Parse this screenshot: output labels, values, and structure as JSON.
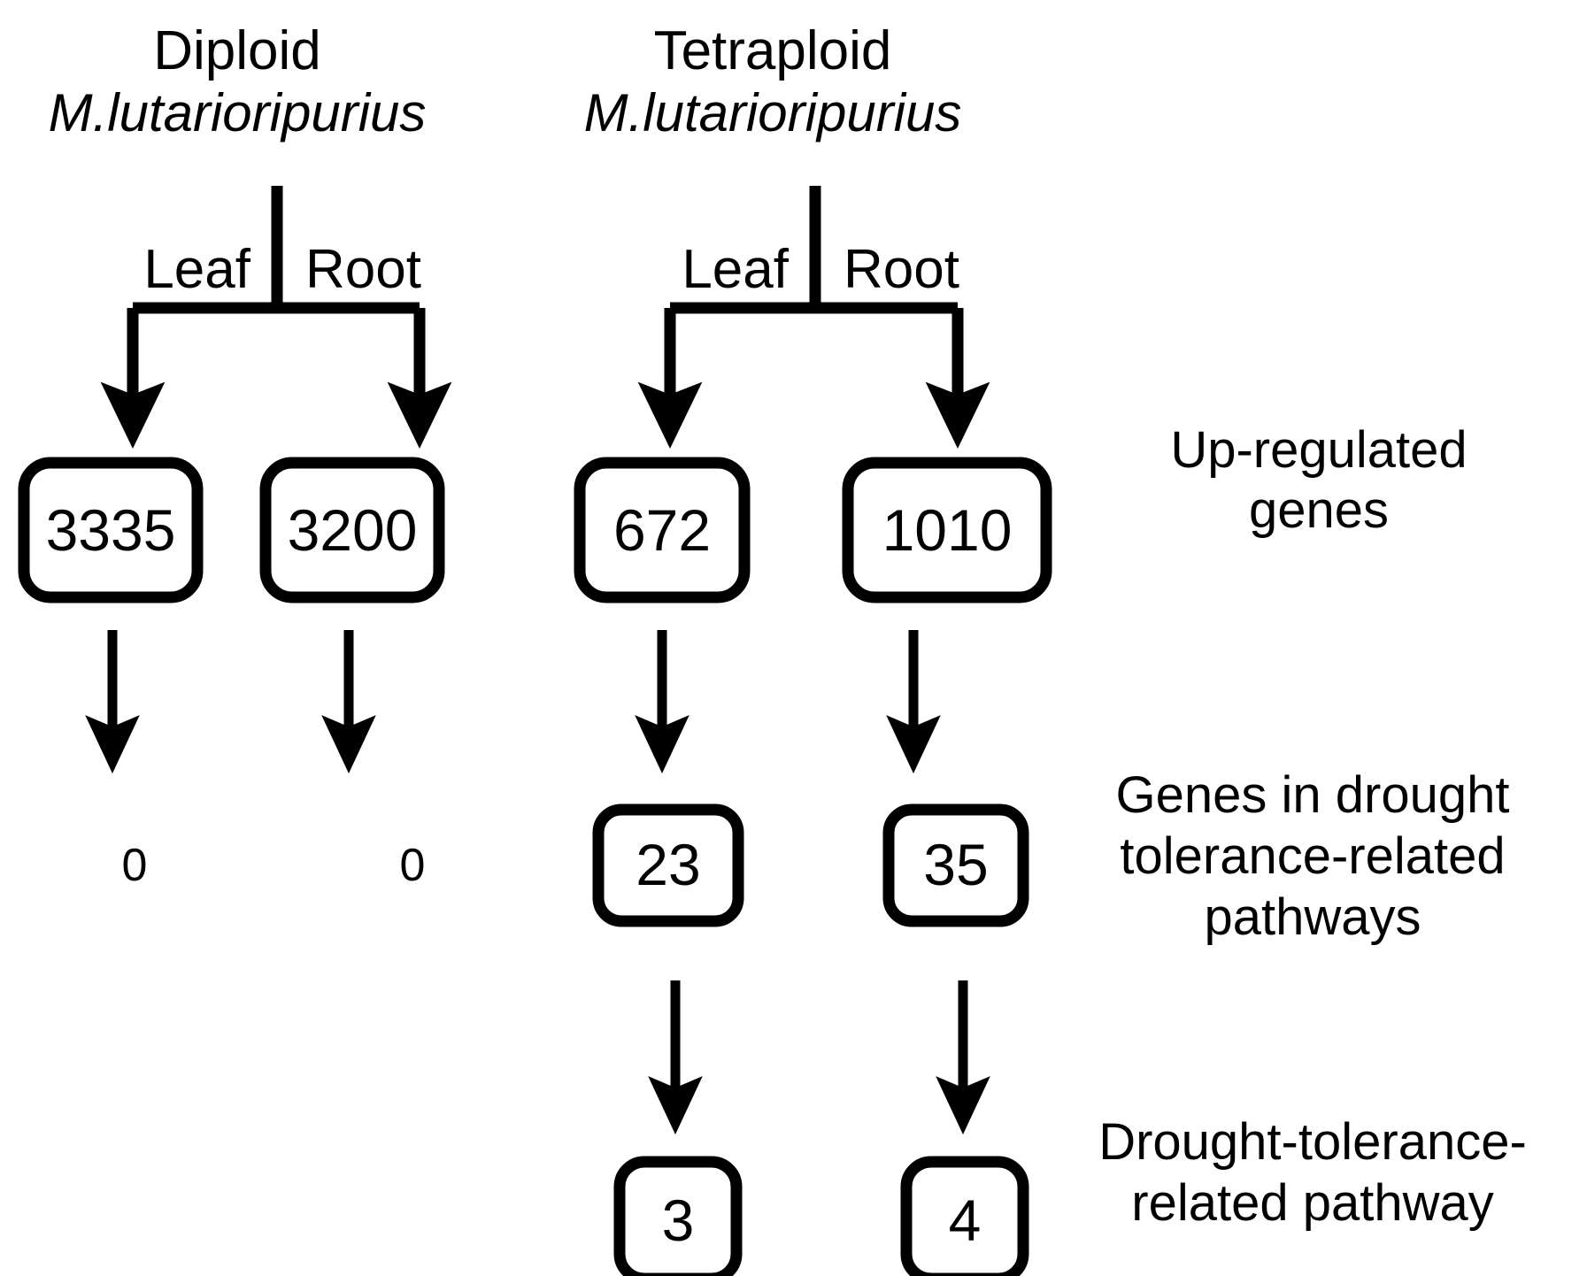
{
  "figure": {
    "background_color": "#ffffff",
    "line_color": "#000000",
    "text_color": "#1a1a1a"
  },
  "headers": [
    {
      "ploidy": "Diploid",
      "species": "M.lutarioripurius"
    },
    {
      "ploidy": "Tetraploid",
      "species": "M.lutarioripurius"
    }
  ],
  "tissues": {
    "diploid": {
      "left": "Leaf",
      "right": "Root"
    },
    "tetraploid": {
      "left": "Leaf",
      "right": "Root"
    }
  },
  "row_labels": {
    "row1": [
      "Up-regulated",
      "genes"
    ],
    "row2": [
      "Genes in drought",
      "tolerance-related",
      "pathways"
    ],
    "row3": [
      "Drought-tolerance-",
      "related pathway"
    ]
  },
  "chart_data": {
    "type": "diagram",
    "title": "",
    "columns": [
      {
        "group": "Diploid M.lutarioripurius",
        "tissue": "Leaf",
        "upregulated_genes": "3335",
        "genes_in_drought_pathways": "0",
        "drought_pathways": ""
      },
      {
        "group": "Diploid M.lutarioripurius",
        "tissue": "Root",
        "upregulated_genes": "3200",
        "genes_in_drought_pathways": "0",
        "drought_pathways": ""
      },
      {
        "group": "Tetraploid M.lutarioripurius",
        "tissue": "Leaf",
        "upregulated_genes": "672",
        "genes_in_drought_pathways": "23",
        "drought_pathways": "3"
      },
      {
        "group": "Tetraploid M.lutarioripurius",
        "tissue": "Root",
        "upregulated_genes": "1010",
        "genes_in_drought_pathways": "35",
        "drought_pathways": "4"
      }
    ],
    "row_names": [
      "Up-regulated genes",
      "Genes in drought tolerance-related pathways",
      "Drought-tolerance-related pathway"
    ]
  },
  "values": {
    "row1": {
      "c1": "3335",
      "c2": "3200",
      "c3": "672",
      "c4": "1010"
    },
    "row2": {
      "c1": "0",
      "c2": "0",
      "c3": "23",
      "c4": "35"
    },
    "row3": {
      "c3": "3",
      "c4": "4"
    }
  }
}
